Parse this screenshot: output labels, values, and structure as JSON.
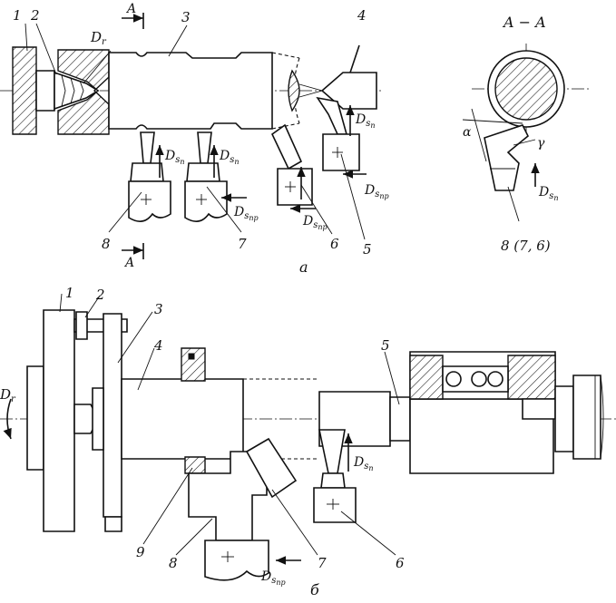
{
  "view_a": {
    "label": "а",
    "numbers": [
      "1",
      "2",
      "3",
      "4",
      "5",
      "6",
      "7",
      "8"
    ],
    "section_mark": "A",
    "feed_labels": {
      "dr": "D",
      "dr_sub": "r",
      "ds": "D",
      "ds_sub_p": "s",
      "ds_sub_p2": "п",
      "ds_sub_pr2": "пр"
    }
  },
  "section_view": {
    "title": "A − A",
    "alpha": "α",
    "gamma": "γ",
    "caption": "8 (7, 6)"
  },
  "view_b": {
    "label": "б",
    "numbers": [
      "1",
      "2",
      "3",
      "4",
      "5",
      "6",
      "7",
      "8",
      "9"
    ]
  }
}
